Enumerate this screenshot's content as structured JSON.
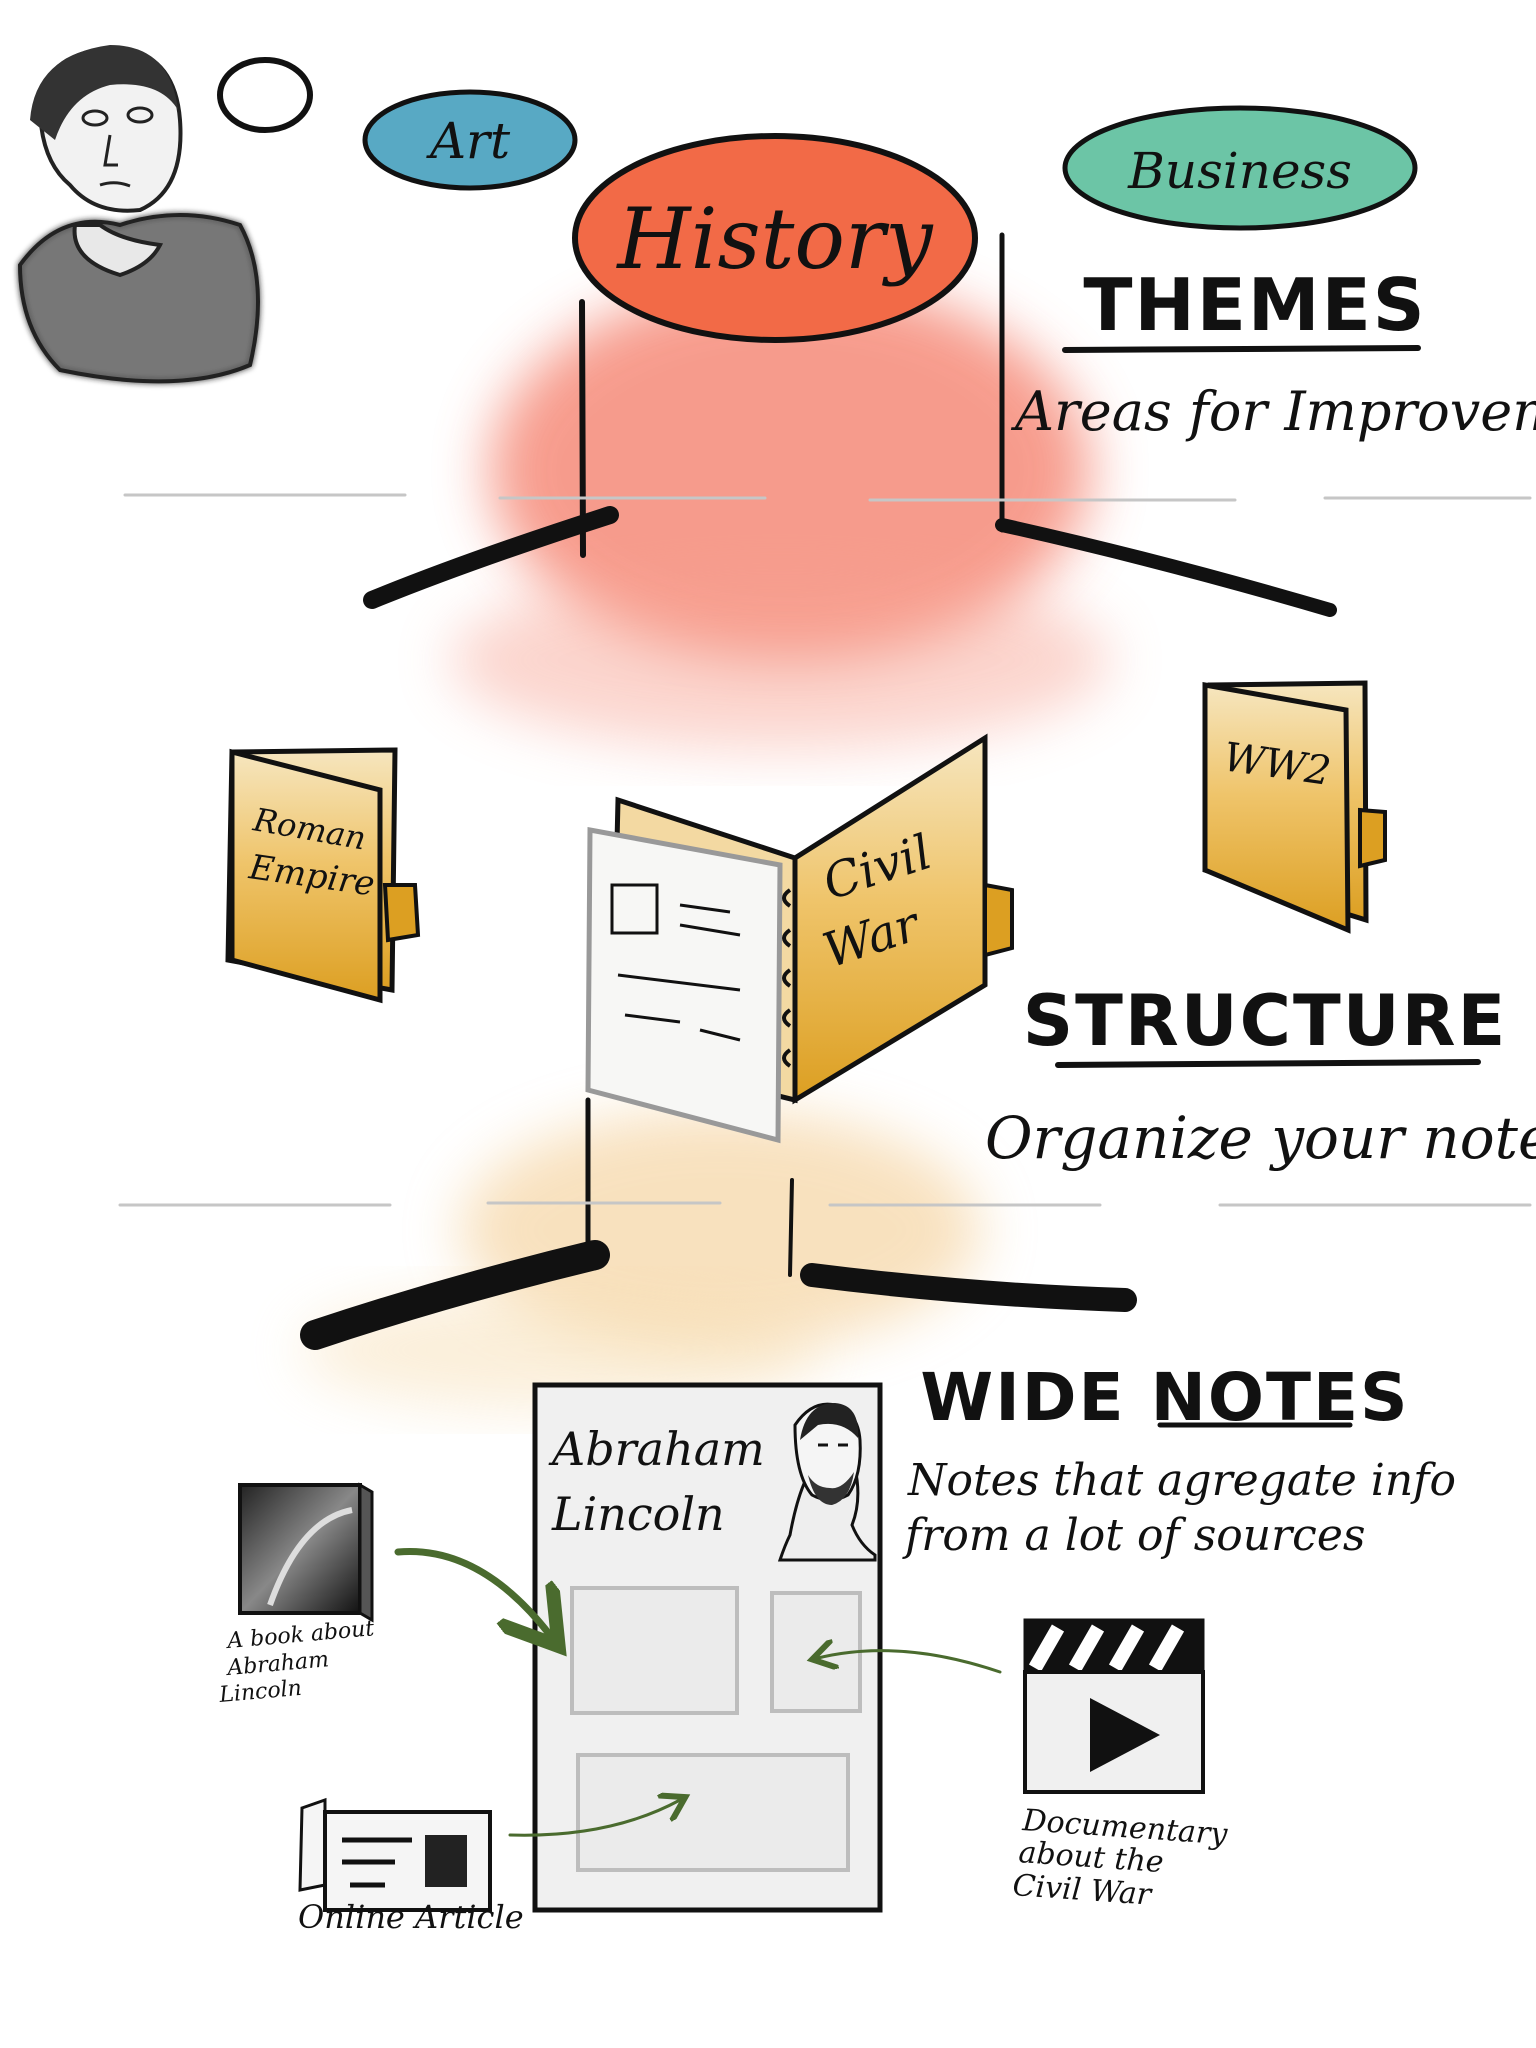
{
  "themes_section": {
    "heading": "THEMES",
    "subtitle": "Areas for Improvement",
    "topics": [
      {
        "label": "Art",
        "color": "#58a9c4"
      },
      {
        "label": "History",
        "color": "#f26a47"
      },
      {
        "label": "Business",
        "color": "#6cc5a6"
      }
    ]
  },
  "structure_section": {
    "heading": "STRUCTURE",
    "subtitle": "Organize your notes",
    "folders": [
      {
        "label_lines": [
          "Roman",
          "Empire"
        ]
      },
      {
        "label_lines": [
          "Civil",
          "War"
        ]
      },
      {
        "label_lines": [
          "WW2"
        ]
      }
    ]
  },
  "wide_notes_section": {
    "heading": "WIDE NOTES",
    "subtitle_lines": [
      "Notes that agregate info",
      "from a lot of sources"
    ],
    "note_title_lines": [
      "Abraham",
      "Lincoln"
    ],
    "sources": [
      {
        "label_lines": [
          "A book about",
          "Abraham",
          "Lincoln"
        ],
        "icon": "book-icon"
      },
      {
        "label_lines": [
          "Online Article"
        ],
        "icon": "newspaper-icon"
      },
      {
        "label_lines": [
          "Documentary",
          "about the",
          "Civil War"
        ],
        "icon": "video-clapper-icon"
      }
    ]
  },
  "colors": {
    "watercolor_red": "#f47a66",
    "watercolor_gold": "#f3c98a",
    "folder_gold": "#e2a634",
    "arrow_green": "#4a6b2e"
  }
}
